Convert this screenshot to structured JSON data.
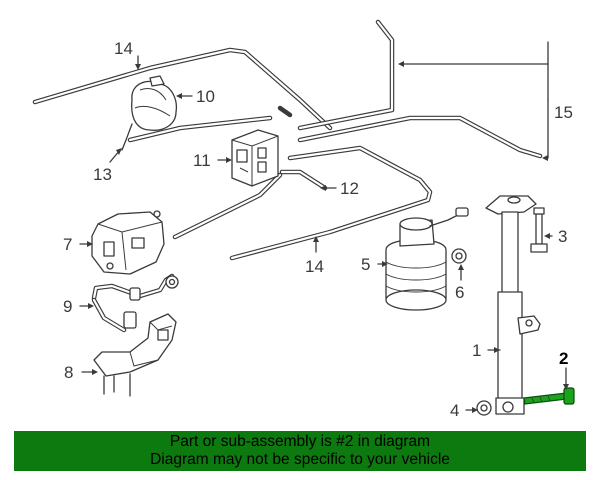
{
  "callouts": {
    "c1": "1",
    "c2": "2",
    "c3": "3",
    "c4": "4",
    "c5": "5",
    "c6": "6",
    "c7": "7",
    "c8": "8",
    "c9": "9",
    "c10": "10",
    "c11": "11",
    "c12": "12",
    "c13": "13",
    "c14a": "14",
    "c14b": "14",
    "c15": "15"
  },
  "highlight": {
    "part_number": "2",
    "color": "#1aa41d"
  },
  "banner": {
    "line1": "Part or sub-assembly is #2 in diagram",
    "line2": "Diagram may not be specific to your vehicle",
    "color": "#0d7a0f"
  }
}
